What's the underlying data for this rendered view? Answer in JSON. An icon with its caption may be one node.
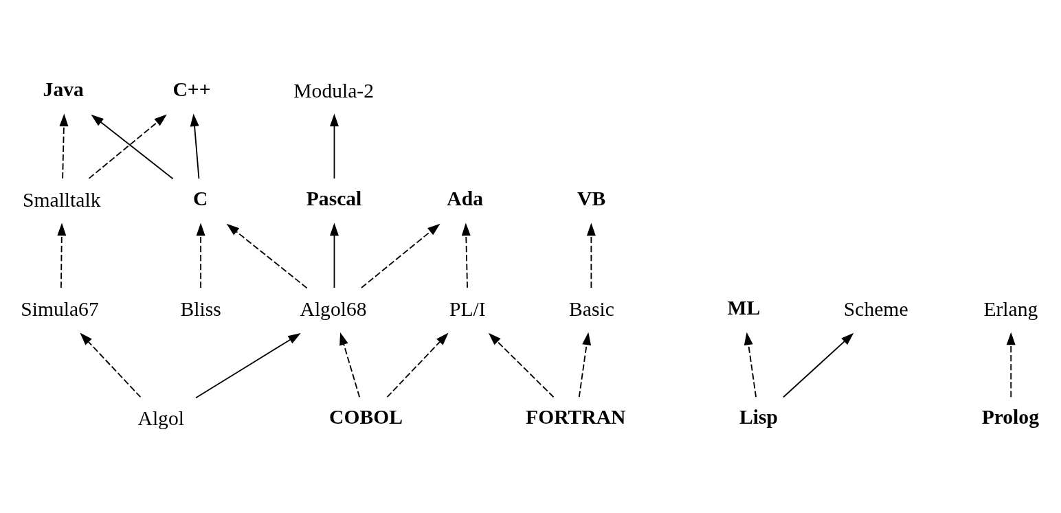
{
  "diagram": {
    "nodes": [
      {
        "text": [
          "C++"
        ]
      },
      {
        "text": [
          "Java"
        ]
      },
      {
        "text": [
          "VB"
        ]
      },
      {
        "text": [
          "Modula-2"
        ]
      },
      {
        "text": [
          "Ada"
        ]
      },
      {
        "text": [
          "ML"
        ]
      },
      {
        "text": [
          "Erlang"
        ]
      },
      {
        "text": [
          "C"
        ]
      },
      {
        "text": [
          "Smalltalk"
        ]
      },
      {
        "text": [
          "Pascal"
        ]
      },
      {
        "text": [
          "Scheme"
        ]
      },
      {
        "text": [
          "Prolog"
        ]
      },
      {
        "text": [
          "Basic"
        ]
      },
      {
        "text": [
          "PL/I"
        ]
      },
      {
        "text": [
          "Algol68"
        ]
      },
      {
        "text": [
          "Bliss"
        ]
      },
      {
        "text": [
          "Simula67"
        ]
      },
      {
        "text": [
          "FORTRAN"
        ]
      },
      {
        "text": [
          "COBOL"
        ]
      },
      {
        "text": [
          "Algol"
        ]
      },
      {
        "text": [
          "Lisp"
        ]
      }
    ],
    "edges": [
      {
        "from": 7,
        "to": 0,
        "arrow": "to"
      },
      {
        "from": 7,
        "to": 1,
        "arrow": "to"
      },
      {
        "from": 8,
        "to": 0,
        "arrow": "to",
        "style": "dashed"
      },
      {
        "from": 8,
        "to": 1,
        "arrow": "to",
        "style": "dashed"
      },
      {
        "from": 12,
        "to": 2,
        "arrow": "to",
        "style": "dashed"
      },
      {
        "from": 13,
        "to": 4,
        "arrow": "to",
        "style": "dashed"
      },
      {
        "from": 14,
        "to": 4,
        "arrow": "to",
        "style": "dashed"
      },
      {
        "from": 9,
        "to": 3,
        "arrow": "to"
      },
      {
        "from": 14,
        "to": 9,
        "arrow": "to"
      },
      {
        "from": 14,
        "to": 7,
        "arrow": "to",
        "style": "dashed"
      },
      {
        "from": 15,
        "to": 7,
        "arrow": "to",
        "style": "dashed"
      },
      {
        "from": 16,
        "to": 8,
        "arrow": "to",
        "style": "dashed"
      },
      {
        "from": 20,
        "to": 10,
        "arrow": "to"
      },
      {
        "from": 20,
        "to": 5,
        "arrow": "to",
        "style": "dashed"
      },
      {
        "from": 11,
        "to": 6,
        "arrow": "to",
        "style": "dashed"
      },
      {
        "from": 17,
        "to": 12,
        "arrow": "to",
        "style": "dashed"
      },
      {
        "from": 17,
        "to": 13,
        "arrow": "to",
        "style": "dashed"
      },
      {
        "from": 18,
        "to": 13,
        "arrow": "to",
        "style": "dashed"
      },
      {
        "from": 18,
        "to": 14,
        "arrow": "to",
        "style": "dashed"
      },
      {
        "from": 19,
        "to": 14,
        "arrow": "to"
      },
      {
        "from": 19,
        "to": 16,
        "arrow": "to",
        "style": "dashed"
      }
    ]
  }
}
